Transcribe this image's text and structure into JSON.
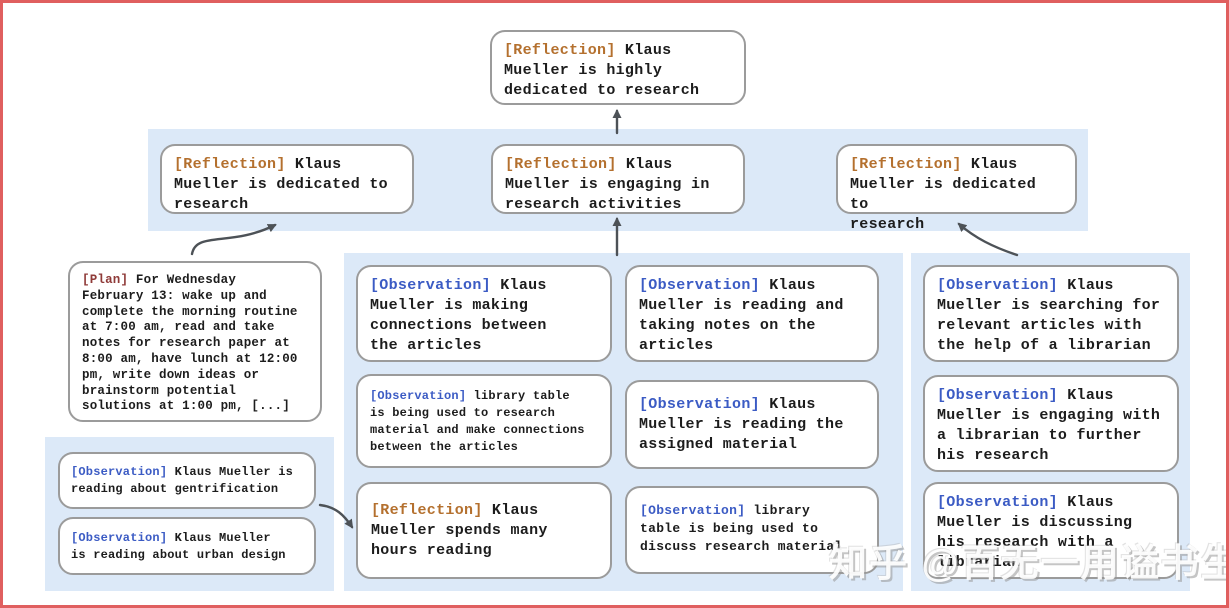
{
  "colors": {
    "frame": "#e05f5f",
    "band": "#dce9f8",
    "node_border": "#9b9b9b",
    "text": "#1c1c1c",
    "reflection": "#b4702e",
    "observation": "#3b5bc4",
    "plan": "#8f3a38",
    "arrow": "#4d5257"
  },
  "nodes": {
    "top_reflection": {
      "tag": "[Reflection]",
      "text": " Klaus\nMueller is highly\ndedicated to research"
    },
    "refl_dedicated_left": {
      "tag": "[Reflection]",
      "text": " Klaus\nMueller is dedicated to\nresearch"
    },
    "refl_engaging": {
      "tag": "[Reflection]",
      "text": " Klaus\nMueller is engaging in\nresearch activities"
    },
    "refl_dedicated_right": {
      "tag": "[Reflection]",
      "text": " Klaus\nMueller is dedicated to\nresearch"
    },
    "plan": {
      "tag": "[Plan]",
      "text": " For Wednesday\nFebruary 13: wake up and\ncomplete the morning routine\nat 7:00 am, read and take\nnotes for research paper at\n8:00 am, have lunch at 12:00\npm, write down ideas or\nbrainstorm potential\nsolutions at 1:00 pm, [...]"
    },
    "obs_gentrification": {
      "tag": "[Observation]",
      "text": " Klaus Mueller is\nreading about gentrification"
    },
    "obs_urban_design": {
      "tag": "[Observation]",
      "text": " Klaus Mueller\nis reading about urban design"
    },
    "obs_connections": {
      "tag": "[Observation]",
      "text": " Klaus\nMueller is making\nconnections between\nthe articles"
    },
    "obs_library_research": {
      "tag": "[Observation]",
      "text": " library table\nis being used to research\nmaterial and make connections\nbetween the articles"
    },
    "refl_hours_reading": {
      "tag": "[Reflection]",
      "text": " Klaus\nMueller spends many\nhours reading"
    },
    "obs_taking_notes": {
      "tag": "[Observation]",
      "text": " Klaus\nMueller is reading and\ntaking notes on the\narticles"
    },
    "obs_assigned_material": {
      "tag": "[Observation]",
      "text": " Klaus\nMueller is reading the\nassigned material"
    },
    "obs_library_discuss": {
      "tag": "[Observation]",
      "text": " library\ntable is being used to\ndiscuss research material"
    },
    "obs_searching_articles": {
      "tag": "[Observation]",
      "text": " Klaus\nMueller is searching for\nrelevant articles with\nthe help of a librarian"
    },
    "obs_engaging_librarian": {
      "tag": "[Observation]",
      "text": " Klaus\nMueller is engaging with\na librarian to further\nhis research"
    },
    "obs_discussing_research": {
      "tag": "[Observation]",
      "text": " Klaus\nMueller is discussing\nhis research with a\nlibrarian"
    }
  },
  "watermark": {
    "text": "知乎 @百无一用谥书生"
  }
}
